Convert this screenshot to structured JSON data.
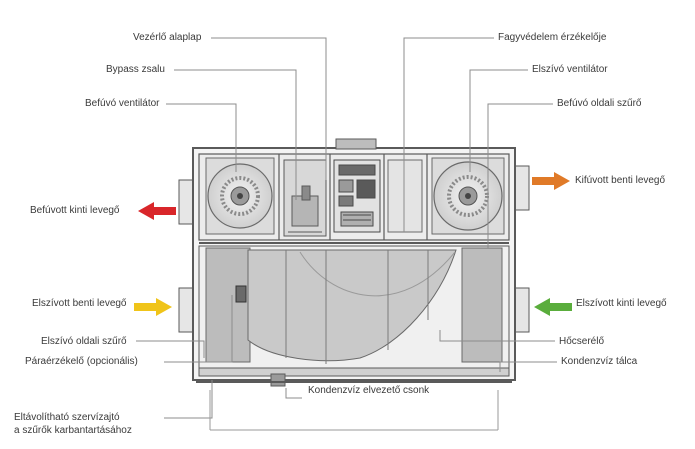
{
  "labels": {
    "control_board": "Vezérlő alaplap",
    "bypass_damper": "Bypass zsalu",
    "supply_fan": "Befúvó ventilátor",
    "supplied_outdoor_air": "Befúvott kinti levegő",
    "extracted_indoor_air": "Elszívott benti levegő",
    "exhaust_side_filter": "Elszívó oldali szűrő",
    "humidity_sensor": "Páraérzékelő (opcionális)",
    "service_panel_line1": "Eltávolítható szervízajtó",
    "service_panel_line2": "a szűrők karbantartásához",
    "condensate_drain": "Kondenzvíz elvezető csonk",
    "frost_sensor": "Fagyvédelem érzékelője",
    "exhaust_fan": "Elszívó ventilátor",
    "supply_side_filter": "Befúvó oldali szűrő",
    "exhausted_indoor_air": "Kifúvott benti levegő",
    "extracted_outdoor_air": "Elszívott kinti levegő",
    "heat_exchanger": "Hőcserélő",
    "condensate_tray": "Kondenzvíz tálca"
  },
  "colors": {
    "red_arrow": "#d9262a",
    "yellow_arrow": "#f0c419",
    "orange_arrow": "#e07a28",
    "green_arrow": "#5aad3c",
    "casing": "#5a5a5a",
    "panel_fill": "#c9c9c9",
    "leader_line": "#8c8c8c"
  }
}
